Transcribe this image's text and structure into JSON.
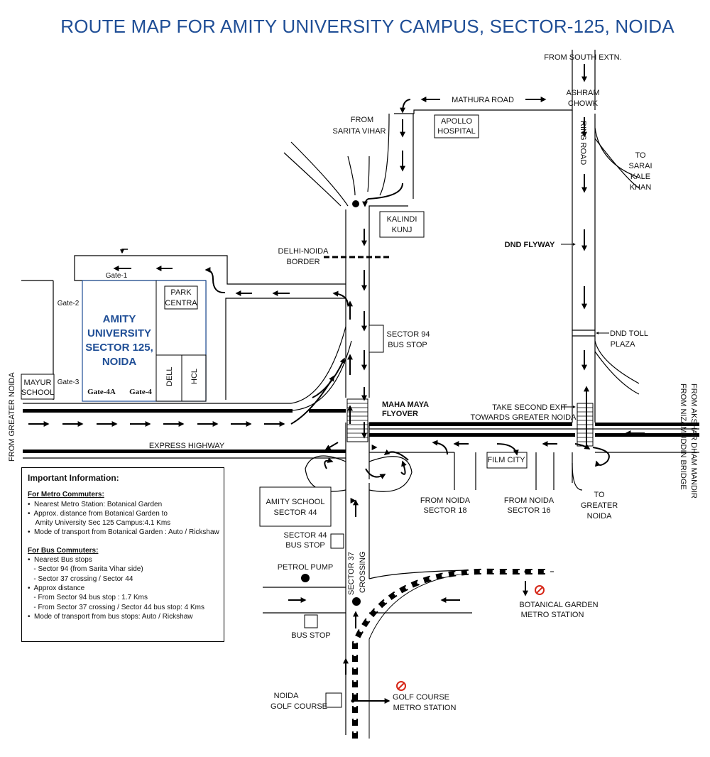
{
  "title": "ROUTE MAP FOR AMITY UNIVERSITY CAMPUS, SECTOR-125, NOIDA",
  "colors": {
    "accent": "#1f4e96",
    "metro": "#d62718",
    "line": "#000000"
  },
  "map_labels": {
    "from_south_extn": "FROM SOUTH EXTN.",
    "ashram": "ASHRAM",
    "chowk": "CHOWK",
    "mathura_road": "MATHURA ROAD",
    "from": "FROM",
    "sarita_vihar": "SARITA VIHAR",
    "apollo": "APOLLO",
    "hospital": "HOSPITAL",
    "ring_road": "RING ROAD",
    "to": "TO",
    "sarai": "SARAI",
    "kale": "KALE",
    "khan": "KHAN",
    "kalindi": "KALINDI",
    "kunj": "KUNJ",
    "delhi_noida": "DELHI-NOIDA",
    "border": "BORDER",
    "dnd_flyway": "DND FLYWAY",
    "gate1": "Gate-1",
    "gate2": "Gate-2",
    "gate3": "Gate-3",
    "gate4a": "Gate-4A",
    "gate4": "Gate-4",
    "park": "PARK",
    "centra": "CENTRA",
    "amity1": "AMITY",
    "amity2": "UNIVERSITY",
    "amity3": "SECTOR 125,",
    "amity4": "NOIDA",
    "dell": "DELL",
    "hcl": "HCL",
    "mayur": "MAYUR",
    "school": "SCHOOL",
    "sector94": "SECTOR 94",
    "bus_stop": "BUS STOP",
    "dnd_toll": "DND TOLL",
    "plaza": "PLAZA",
    "maha_maya": "MAHA MAYA",
    "flyover": "FLYOVER",
    "take_exit1": "TAKE SECOND EXIT",
    "take_exit2": "TOWARDS GREATER NOIDA",
    "from_greater_noida": "FROM GREATER NOIDA",
    "from_akshar1": "FROM AKSHAR DHAM MANDIR",
    "from_akshar2": "FROM NIZAMUDDIN BRIDGE",
    "express_highway": "EXPRESS HIGHWAY",
    "film_city": "FILM CITY",
    "from_noida": "FROM NOIDA",
    "sector18": "SECTOR 18",
    "sector16": "SECTOR 16",
    "greater": "GREATER",
    "noida": "NOIDA",
    "amity_school": "AMITY SCHOOL",
    "sector44": "SECTOR 44",
    "sector44_stop": "SECTOR 44",
    "petrol_pump": "PETROL PUMP",
    "sector37": "SECTOR 37",
    "crossing": "CROSSING",
    "botanical1": "BOTANICAL GARDEN",
    "botanical2": "METRO STATION",
    "bus_stop2": "BUS STOP",
    "noida_golf1": "NOIDA",
    "noida_golf2": "GOLF COURSE",
    "golf_metro1": "GOLF COURSE",
    "golf_metro2": "METRO STATION"
  },
  "info": {
    "heading": "Important Information:",
    "metro_heading": "For Metro Commuters:",
    "metro_items": [
      "•  Nearest Metro Station: Botanical Garden",
      "•  Approx. distance from Botanical Garden to",
      "    Amity University Sec 125 Campus:4.1 Kms",
      "•  Mode of transport from Botanical Garden : Auto / Rickshaw"
    ],
    "bus_heading": "For Bus Commuters:",
    "bus_items": [
      "•  Nearest Bus stops",
      "   - Sector 94 (from Sarita Vihar side)",
      "   - Sector 37 crossing / Sector 44",
      "•  Approx distance",
      "   - From Sector 94 bus stop : 1.7 Kms",
      "   - From Sector 37 crossing / Sector 44 bus stop: 4 Kms",
      "•  Mode of transport from bus stops: Auto / Rickshaw"
    ]
  }
}
